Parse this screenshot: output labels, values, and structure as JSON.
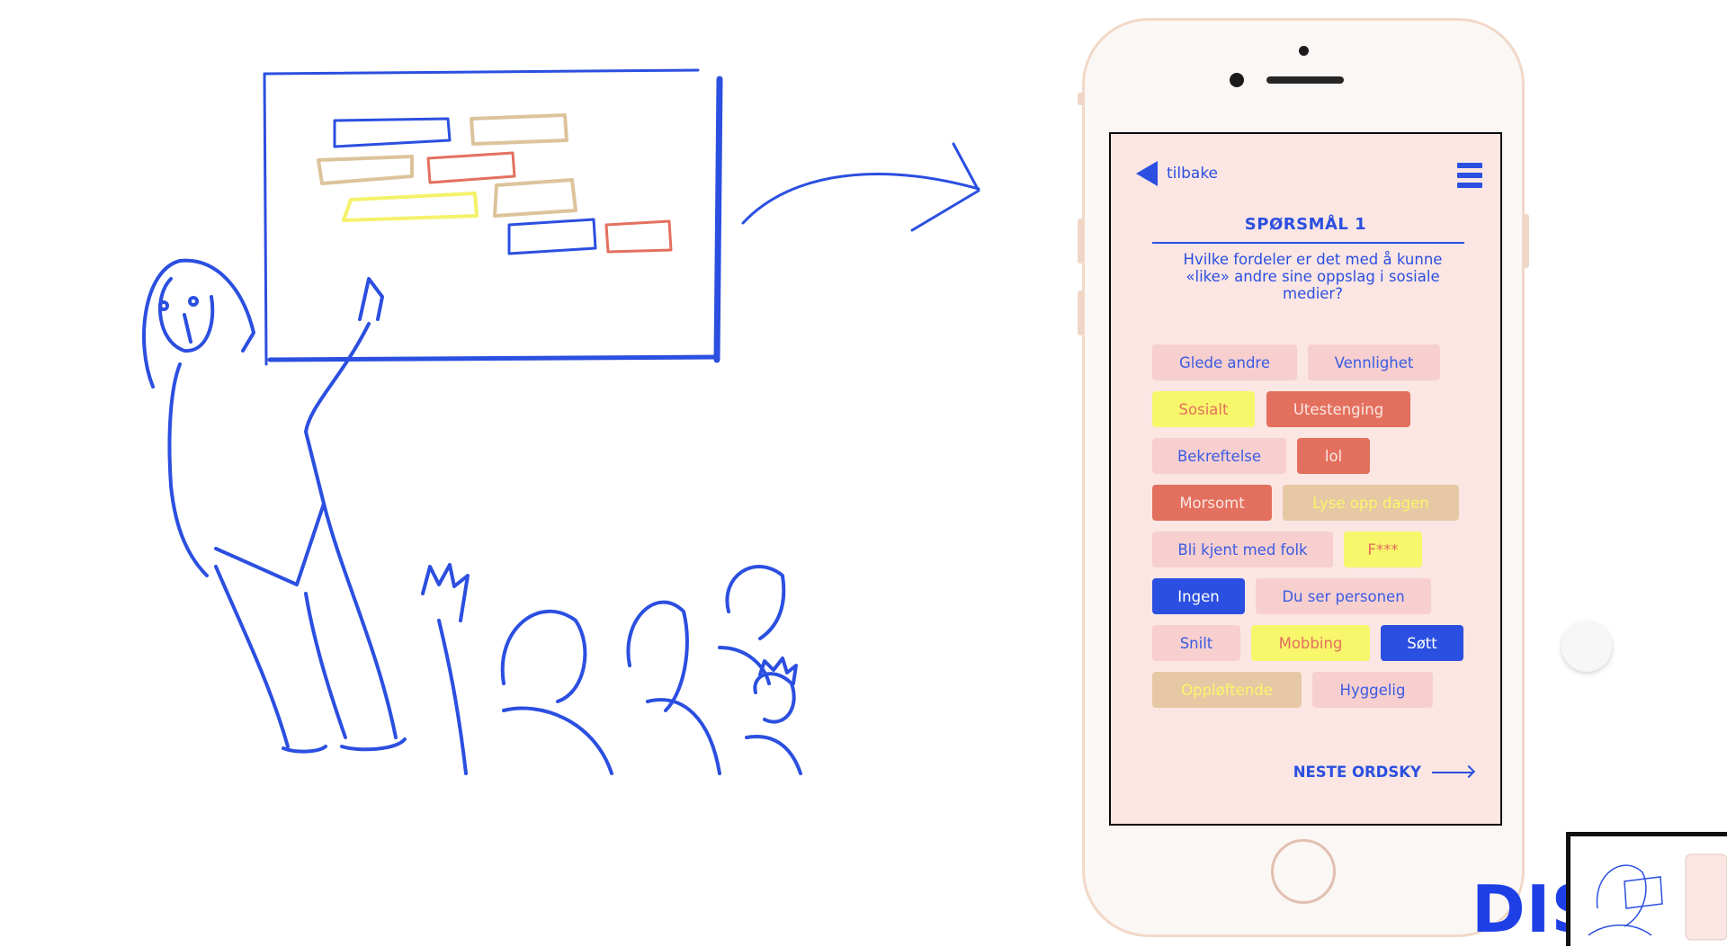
{
  "colors": {
    "accent": "#2b4fe0",
    "screen_bg": "#fbe6e3",
    "pink": "#f7cfcf",
    "red": "#e3705e",
    "yellow": "#f8f66a",
    "tan": "#e7c8a4",
    "blue": "#2b4fe0"
  },
  "app": {
    "back_label": "tilbake",
    "back_icon": "back-arrow-icon",
    "menu_icon": "hamburger-menu-icon",
    "question_title": "SPØRSMÅL 1",
    "question_text": "Hvilke fordeler er det med å kunne «like» andre sine oppslag i sosiale medier?",
    "tags": [
      {
        "label": "Glede andre",
        "style": "pink"
      },
      {
        "label": "Vennlighet",
        "style": "pink"
      },
      {
        "label": "Sosialt",
        "style": "yellow"
      },
      {
        "label": "Utestenging",
        "style": "red"
      },
      {
        "label": "Bekreftelse",
        "style": "pink"
      },
      {
        "label": "lol",
        "style": "red"
      },
      {
        "label": "Morsomt",
        "style": "red"
      },
      {
        "label": "Lyse opp dagen",
        "style": "tan"
      },
      {
        "label": "Bli kjent med folk",
        "style": "pink"
      },
      {
        "label": "F***",
        "style": "yellow"
      },
      {
        "label": "Ingen",
        "style": "blue"
      },
      {
        "label": "Du ser personen",
        "style": "pink"
      },
      {
        "label": "Snilt",
        "style": "pink"
      },
      {
        "label": "Mobbing",
        "style": "yellow"
      },
      {
        "label": "Søtt",
        "style": "blue"
      },
      {
        "label": "Oppløftende",
        "style": "tan"
      },
      {
        "label": "Hyggelig",
        "style": "pink"
      }
    ],
    "next_label": "NESTE ORDSKY"
  },
  "brand": {
    "text": "DIS"
  }
}
